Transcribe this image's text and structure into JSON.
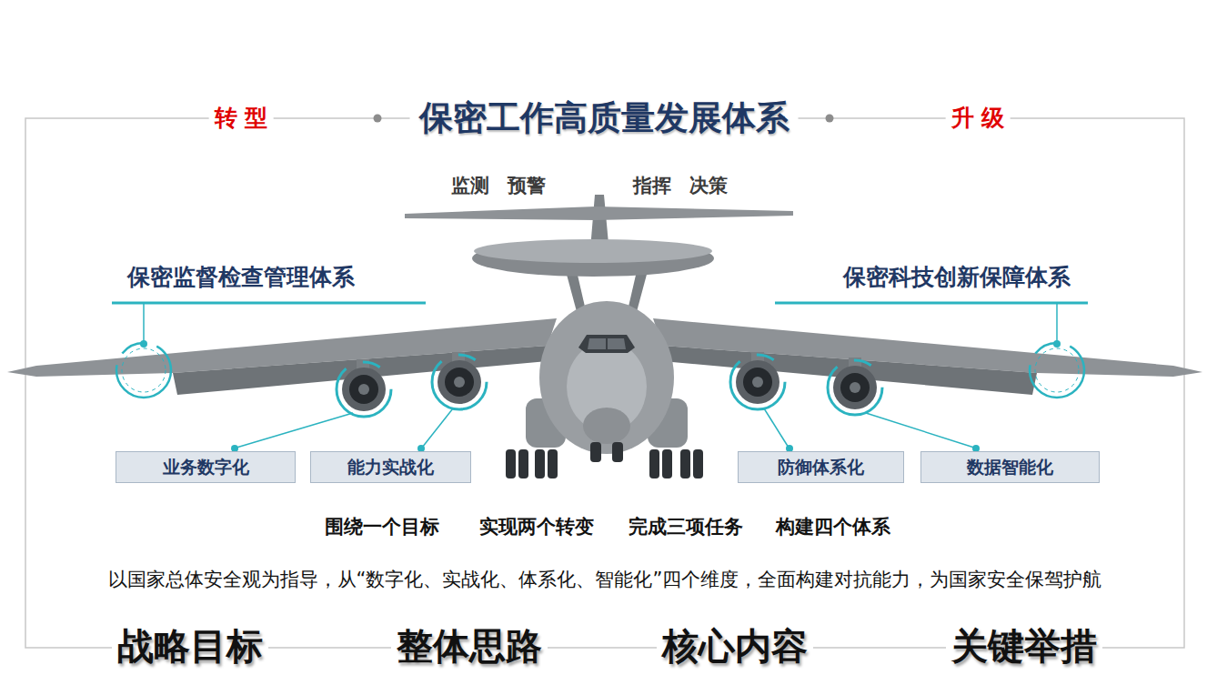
{
  "diagram": {
    "title": "保密工作高质量发展体系",
    "nodes": [
      {
        "text": [
          "业务数字化"
        ]
      },
      {
        "text": [
          "能力实战化"
        ]
      },
      {
        "text": [
          "防御体系化"
        ]
      },
      {
        "text": [
          "数据智能化"
        ]
      }
    ],
    "labels": [
      "转 型",
      "升 级",
      "监测 预警",
      "指挥 决策",
      "保密监督检查管理体系",
      "保密科技创新保障体系",
      "围绕一个目标",
      "实现两个转变",
      "完成三项任务",
      "构建四个体系",
      "以国家总体安全观为指导，从“数字化、实战化、体系化、智能化”四个维度，全面构建对抗能力，为国家安全保驾护航",
      "战略目标",
      "整体思路",
      "核心内容",
      "关键举措"
    ]
  }
}
